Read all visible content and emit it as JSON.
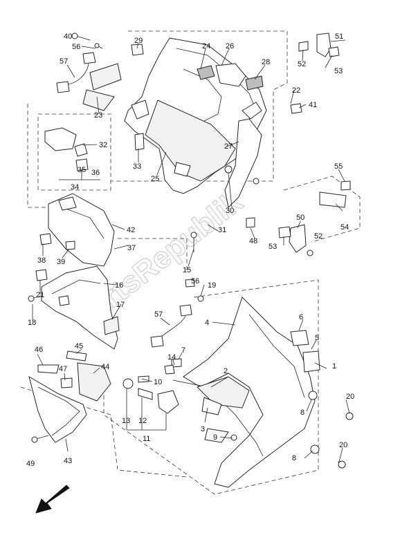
{
  "watermark": "PartsRepublik",
  "callouts": [
    "1",
    "2",
    "3",
    "4",
    "5",
    "6",
    "7",
    "8",
    "8",
    "9",
    "10",
    "11",
    "12",
    "13",
    "14",
    "15",
    "16",
    "17",
    "18",
    "19",
    "20",
    "20",
    "21",
    "22",
    "23",
    "24",
    "25",
    "26",
    "27",
    "28",
    "29",
    "30",
    "31",
    "32",
    "33",
    "34",
    "35",
    "36",
    "37",
    "38",
    "39",
    "40",
    "41",
    "42",
    "43",
    "44",
    "45",
    "46",
    "47",
    "48",
    "49",
    "50",
    "51",
    "52",
    "52",
    "53",
    "53",
    "54",
    "55",
    "56",
    "56",
    "57",
    "57"
  ]
}
